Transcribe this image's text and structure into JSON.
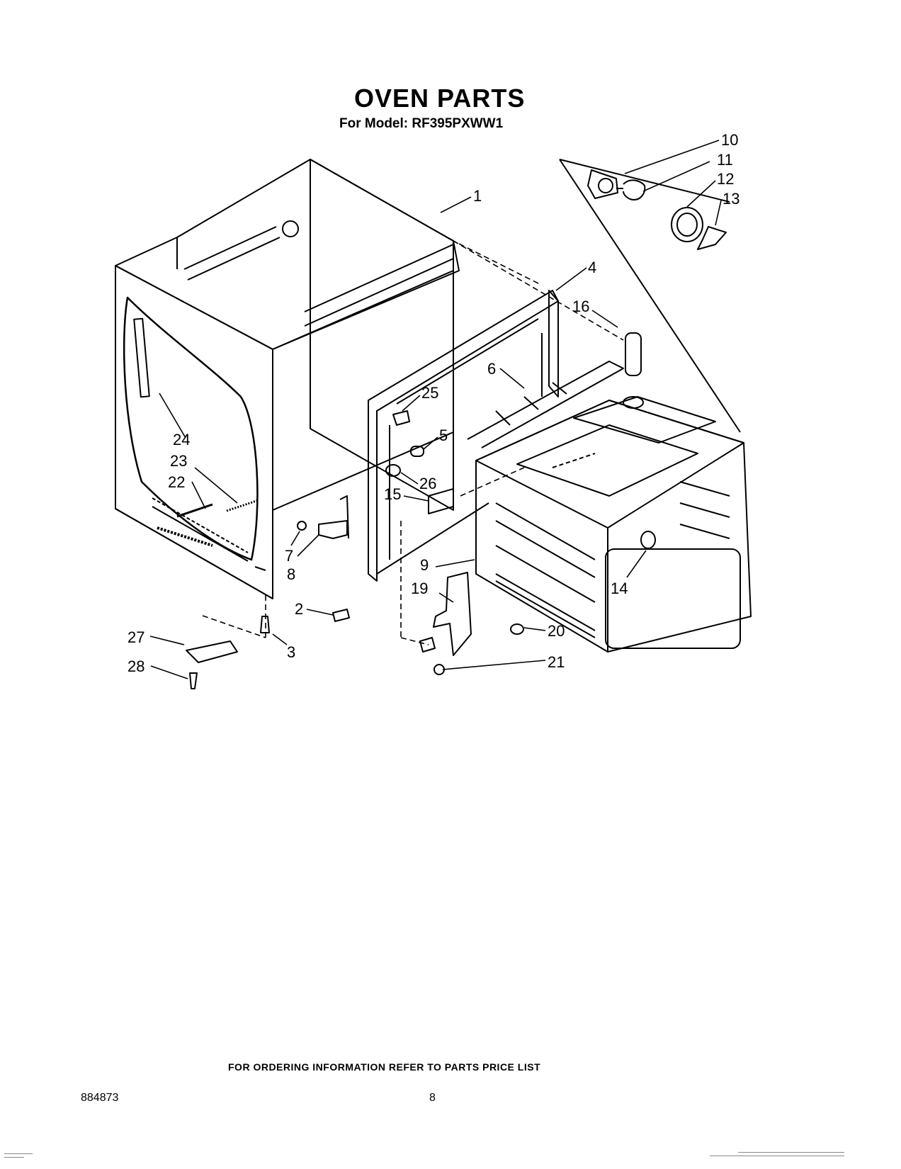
{
  "header": {
    "title": "OVEN PARTS",
    "subtitle": "For Model: RF395PXWW1"
  },
  "callouts": [
    "1",
    "2",
    "3",
    "4",
    "5",
    "6",
    "7",
    "8",
    "9",
    "10",
    "11",
    "12",
    "13",
    "14",
    "15",
    "16",
    "19",
    "20",
    "21",
    "22",
    "23",
    "24",
    "25",
    "26",
    "27",
    "28"
  ],
  "footer": {
    "note": "FOR ORDERING INFORMATION REFER TO PARTS PRICE LIST",
    "doc_number": "884873",
    "page_number": "8"
  }
}
